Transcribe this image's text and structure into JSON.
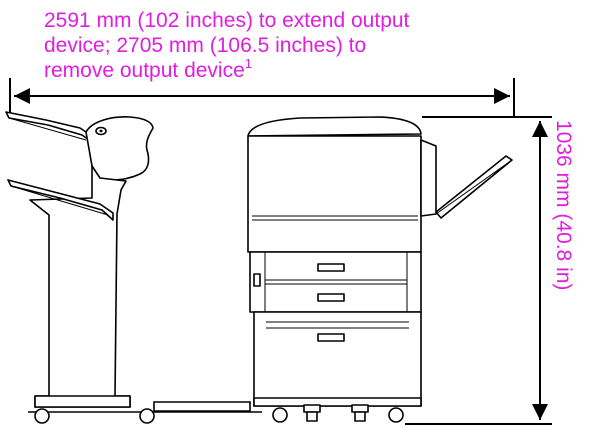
{
  "width_label": {
    "line1": "2591 mm (102 inches) to extend output",
    "line2": "device; 2705 mm (106.5 inches) to",
    "line3": "remove output device",
    "footnote": "1"
  },
  "height_label": "1036 mm (40.8 in)",
  "colors": {
    "dimension_text": "#e01ee0",
    "line_art": "#000000",
    "background": "#ffffff"
  }
}
